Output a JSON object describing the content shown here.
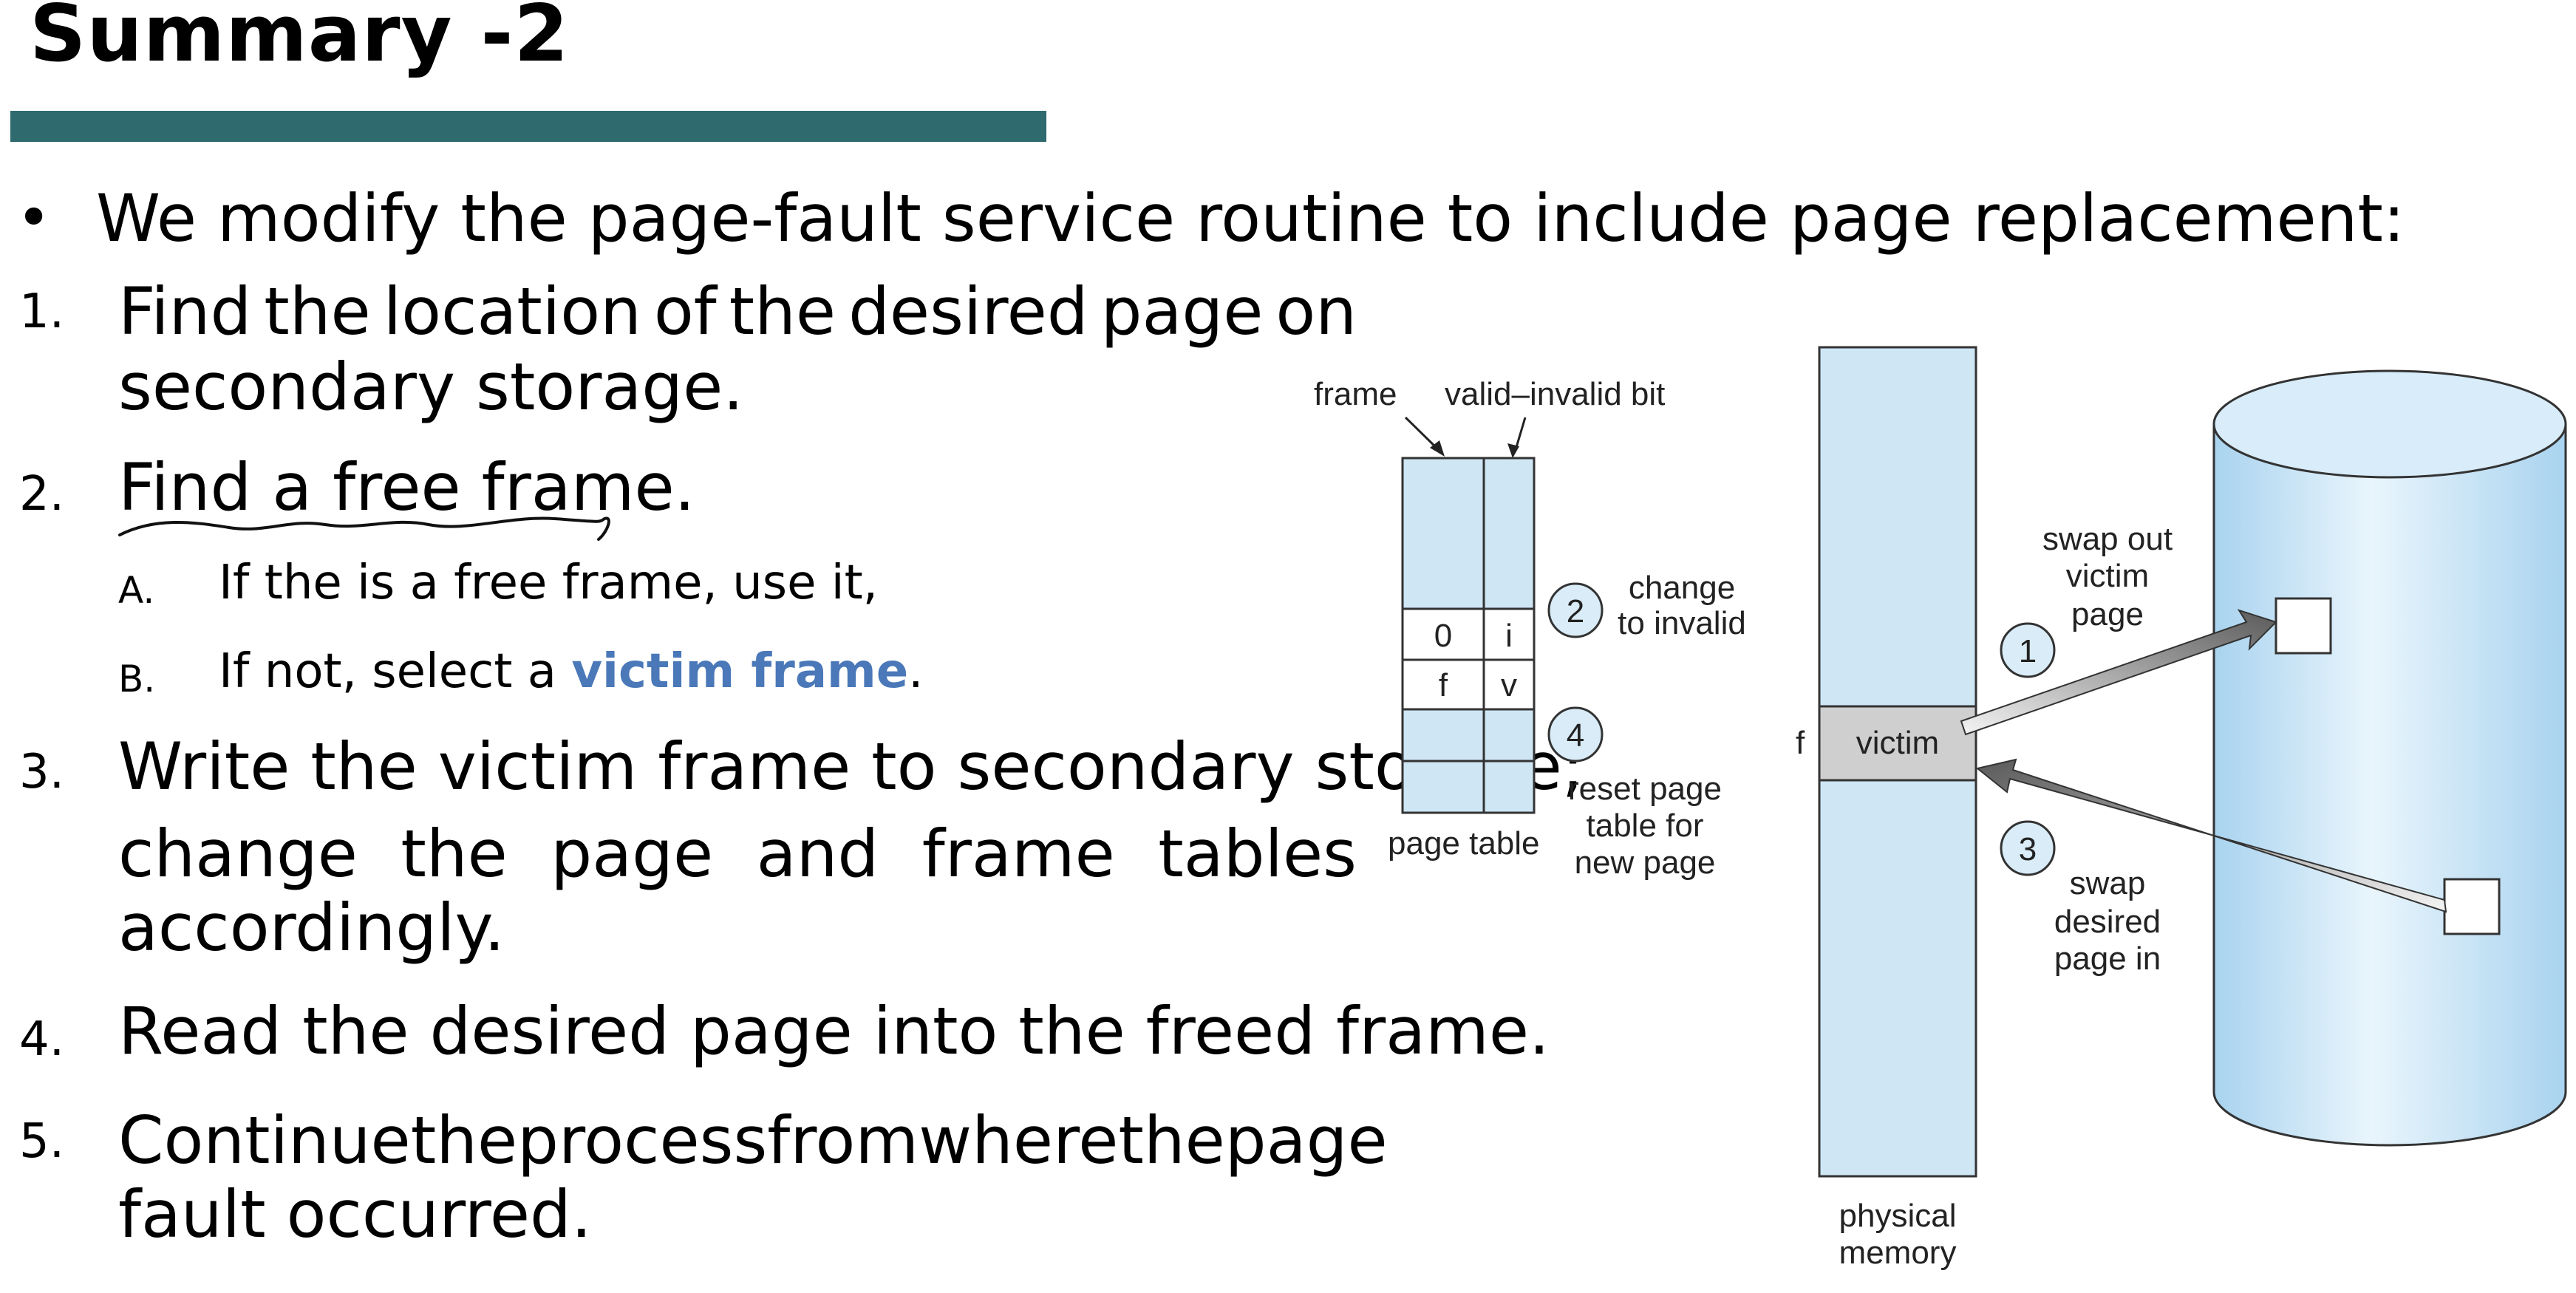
{
  "slide": {
    "title": "Summary -2",
    "intro_bullet": "•",
    "intro": "We  modify the page-fault service routine to include page replacement:",
    "steps": [
      {
        "num": "1.",
        "line1_words": [
          "Find",
          "the",
          "location",
          "of",
          "the",
          "desired",
          "page",
          "on"
        ],
        "line2": "secondary storage."
      },
      {
        "num": "2.",
        "text": "Find a free frame."
      },
      {
        "num": "3.",
        "line1": "Write the victim frame to secondary storage;",
        "line2_words": [
          "change",
          "the",
          "page",
          "and",
          "frame",
          "tables"
        ],
        "line3": "accordingly."
      },
      {
        "num": "4.",
        "text": "Read the desired page into the freed frame."
      },
      {
        "num": "5.",
        "line1_words": [
          "Continue",
          "the",
          "process",
          "from",
          "where",
          "the",
          "page"
        ],
        "line2": "fault occurred."
      }
    ],
    "substeps": [
      {
        "num": "A.",
        "text": "If the is a free frame, use it,"
      },
      {
        "num": "B.",
        "text_before": "If not, select a ",
        "highlight": "victim frame",
        "text_after": "."
      }
    ],
    "colors": {
      "title_bar": "#2f6a6e",
      "accent": "#4a78b8",
      "diagram_fill": "#cfe6f5"
    }
  },
  "diagram": {
    "label_frame": "frame",
    "label_valid_bit": "valid–invalid bit",
    "page_table_rows": [
      [
        "0",
        "i"
      ],
      [
        "f",
        "v"
      ]
    ],
    "label_page_table": "page table",
    "step2_num": "2",
    "step2_lines": [
      "change",
      "to invalid"
    ],
    "step4_num": "4",
    "step4_lines": [
      "reset page",
      "table for",
      "new page"
    ],
    "step1_num": "1",
    "step1_lines": [
      "swap out",
      "victim",
      "page"
    ],
    "step3_num": "3",
    "step3_lines": [
      "swap",
      "desired",
      "page in"
    ],
    "label_f": "f",
    "label_victim": "victim",
    "label_physical_memory": [
      "physical",
      "memory"
    ]
  }
}
